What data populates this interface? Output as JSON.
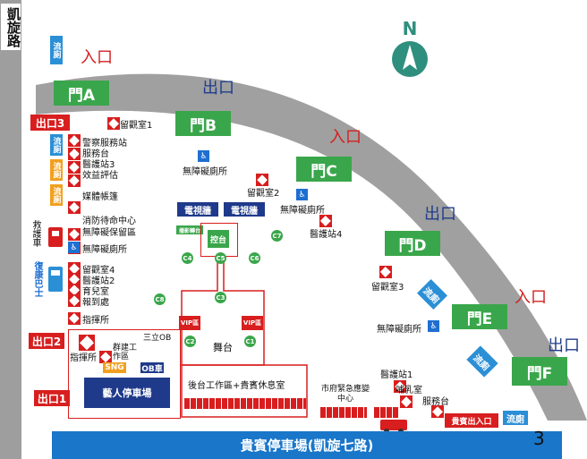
{
  "roads": {
    "left_street": "凱旋路",
    "bottom_parking": "貴賓停車場(凱旋七路)"
  },
  "compass": {
    "letter": "N",
    "color": "#2f8f7f"
  },
  "gates": [
    {
      "id": "A",
      "label": "門A"
    },
    {
      "id": "B",
      "label": "門B"
    },
    {
      "id": "C",
      "label": "門C"
    },
    {
      "id": "D",
      "label": "門D"
    },
    {
      "id": "E",
      "label": "門E"
    },
    {
      "id": "F",
      "label": "門F"
    }
  ],
  "signs": {
    "entrance": "入口",
    "exit": "出口",
    "exit1": "出口1",
    "exit2": "出口2",
    "exit3": "出口3",
    "vip_entrance_exit": "貴賓出入口"
  },
  "facilities": {
    "observe1": "留觀室1",
    "observe2": "留觀室2",
    "observe3": "留觀室3",
    "observe4": "留觀室4",
    "police": "警察服務站",
    "service_desk": "服務台",
    "medical3": "醫護站3",
    "eval": "效益評估",
    "media_tent": "媒體帳篷",
    "fire_center": "消防待命中心",
    "accessible_area": "無障礙保留區",
    "accessible_toilet": "無障礙廁所",
    "medical2": "醫護站2",
    "nursery": "育兒室",
    "checkin": "報到處",
    "command": "指揮所",
    "medical4": "醫護站4",
    "medical1": "醫護站1",
    "lactation": "哺乳室",
    "service_desk2": "服務台",
    "emergency_center": "市府緊急應變中心",
    "ambulance": "救護車",
    "rehab_bus": "復康巴士",
    "command2": "指揮所"
  },
  "toilet": "流廁",
  "stage": {
    "tv_wall": "電視牆",
    "control": "控台",
    "booth": "播影轉台",
    "main": "舞台",
    "vip": "VIP區",
    "backstage": "後台工作區+貴賓休息室"
  },
  "pylons": [
    "C1",
    "C2",
    "C3",
    "C4",
    "C5",
    "C6",
    "C7",
    "C8"
  ],
  "misc": {
    "sanli": "三立OB",
    "group_work": "群建工作區",
    "ob_car": "OB車",
    "sng": "SNG",
    "artist_parking": "藝人停車場",
    "page_number": "3"
  },
  "colors": {
    "gate_green": "#3aa64b",
    "exit_red": "#d81e1e",
    "toilet_blue": "#2b8fd6",
    "road_gray": "#9e9e9e",
    "parking_blue": "#1976c9"
  }
}
